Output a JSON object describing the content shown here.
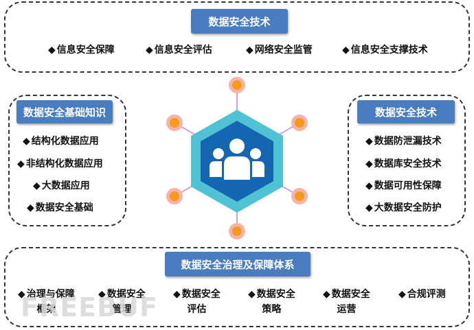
{
  "top": {
    "title": "数据安全技术",
    "items": [
      "信息安全保障",
      "信息安全评估",
      "网络安全监管",
      "信息安全支撑技术"
    ]
  },
  "left": {
    "title": "数据安全基础知识",
    "items": [
      "结构化数据应用",
      "非结构化数据应用",
      "大数据应用",
      "数据安全基础"
    ]
  },
  "right": {
    "title": "数据安全技术",
    "items": [
      "数据防泄漏技术",
      "数据库安全技术",
      "数据可用性保障",
      "大数据安全防护"
    ]
  },
  "bottom": {
    "title": "数据安全治理及保障体系",
    "items": [
      {
        "line1": "治理与保障",
        "line2": "框架"
      },
      {
        "line1": "数据安全",
        "line2": "管理"
      },
      {
        "line1": "数据安全",
        "line2": "评估"
      },
      {
        "line1": "数据安全",
        "line2": "策略"
      },
      {
        "line1": "数据安全",
        "line2": "运营"
      },
      {
        "line1": "合规评测",
        "line2": ""
      }
    ]
  },
  "bullet": "◆",
  "watermark": "FREEBUF",
  "center_icon": "users-group-icon",
  "colors": {
    "title_bg": "#4a7cc0",
    "hex_outer": "#4fc3d4",
    "hex_inner": "#1566b0",
    "node_outer": "#f7b3a8",
    "node_inner": "#f59a1f",
    "connector": "#c9a3e0"
  }
}
